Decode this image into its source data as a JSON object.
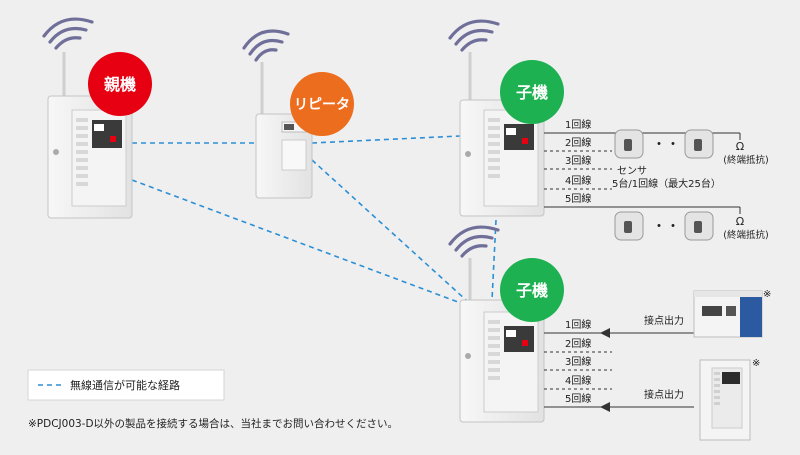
{
  "labels": {
    "parent": "親機",
    "repeater": "リピータ",
    "child_top": "子機",
    "child_bottom": "子機"
  },
  "colors": {
    "parent": "#e60012",
    "repeater": "#ed6d1f",
    "child": "#1db151",
    "wireless_line": "#2b8fd6",
    "wave": "#6f6f9a"
  },
  "child_top": {
    "lines": [
      "1回線",
      "2回線",
      "3回線",
      "4回線",
      "5回線"
    ],
    "sensor_label_1": "センサ",
    "sensor_label_2": "5台/1回線（最大25台）",
    "terminal_symbol": "Ω",
    "terminal_label": "(終端抵抗)"
  },
  "child_bottom": {
    "lines": [
      "1回線",
      "2回線",
      "3回線",
      "4回線",
      "5回線"
    ],
    "contact_output_1": "接点出力",
    "contact_output_2": "接点出力",
    "mark": "※"
  },
  "legend": {
    "text": "無線通信が可能な経路"
  },
  "footnote": "※PDCJ003-D以外の製品を接続する場合は、当社までお問い合わせください。"
}
